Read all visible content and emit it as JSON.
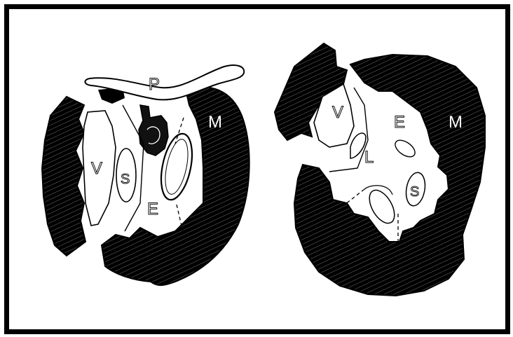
{
  "figure": {
    "left_section": {
      "labels": {
        "P": "P",
        "M": "M",
        "V": "V",
        "S": "S",
        "E": "E"
      }
    },
    "right_section": {
      "labels": {
        "V": "V",
        "E": "E",
        "M": "M",
        "L": "L",
        "S": "S"
      }
    }
  },
  "colors": {
    "ink": "#000000",
    "paper": "#ffffff"
  }
}
